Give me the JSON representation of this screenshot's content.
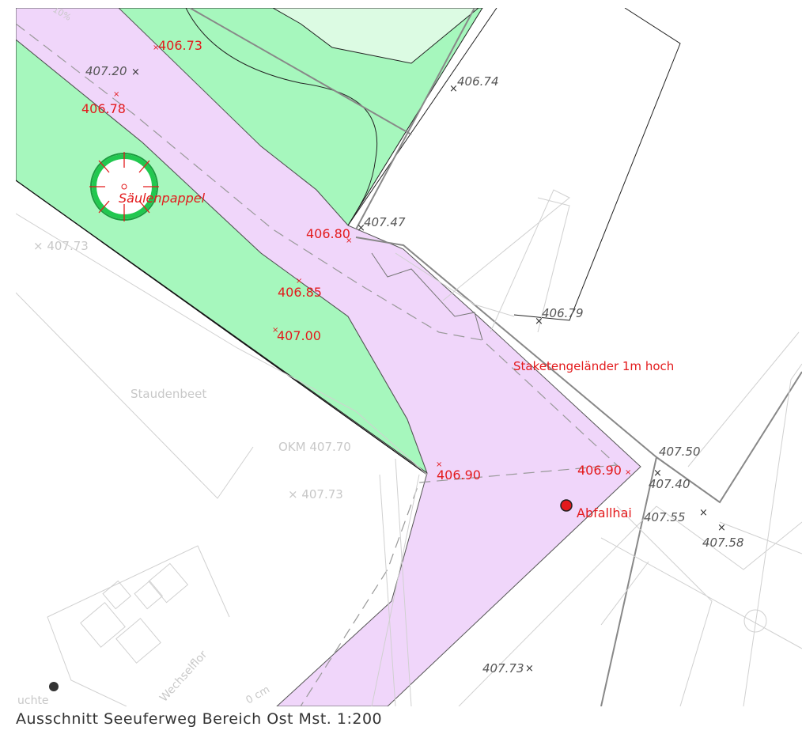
{
  "caption": "Ausschnitt Seeuferweg Bereich Ost Mst. 1:200",
  "colors": {
    "path": "#f0d6fa",
    "lawn": "#a6f7bd",
    "lawn_light": "#dcfbe3",
    "tree_ring": "#21c84f",
    "accent_red": "#e31a1c",
    "line_dark": "#222222",
    "line_grey": "#888888",
    "line_light": "#cfcfcf"
  },
  "labels": {
    "spot_40673": "406.73",
    "spot_40720": "407.20",
    "spot_40678": "406.78",
    "spot_40674": "406.74",
    "tree_name": "Säulenpappel",
    "spot_40747": "407.47",
    "spot_40680": "406.80",
    "spot_40773_a": "× 407.73",
    "spot_40685": "406.85",
    "spot_40679": "406.79",
    "spot_40700": "407.00",
    "railing": "Staketengeländer 1m hoch",
    "staudenbeet": "Staudenbeet",
    "okm": "OKM 407.70",
    "spot_40750": "407.50",
    "spot_40690_a": "406.90",
    "spot_40690_b": "406.90",
    "spot_40740": "407.40",
    "spot_40773_b": "× 407.73",
    "abfallhai": "Abfallhai",
    "spot_40755": "407.55",
    "spot_40758": "407.58",
    "spot_40773_c": "407.73",
    "wechselflor": "Wechselflor",
    "leuchte": "uchte",
    "slope": "10%",
    "dim": "0 cm"
  }
}
